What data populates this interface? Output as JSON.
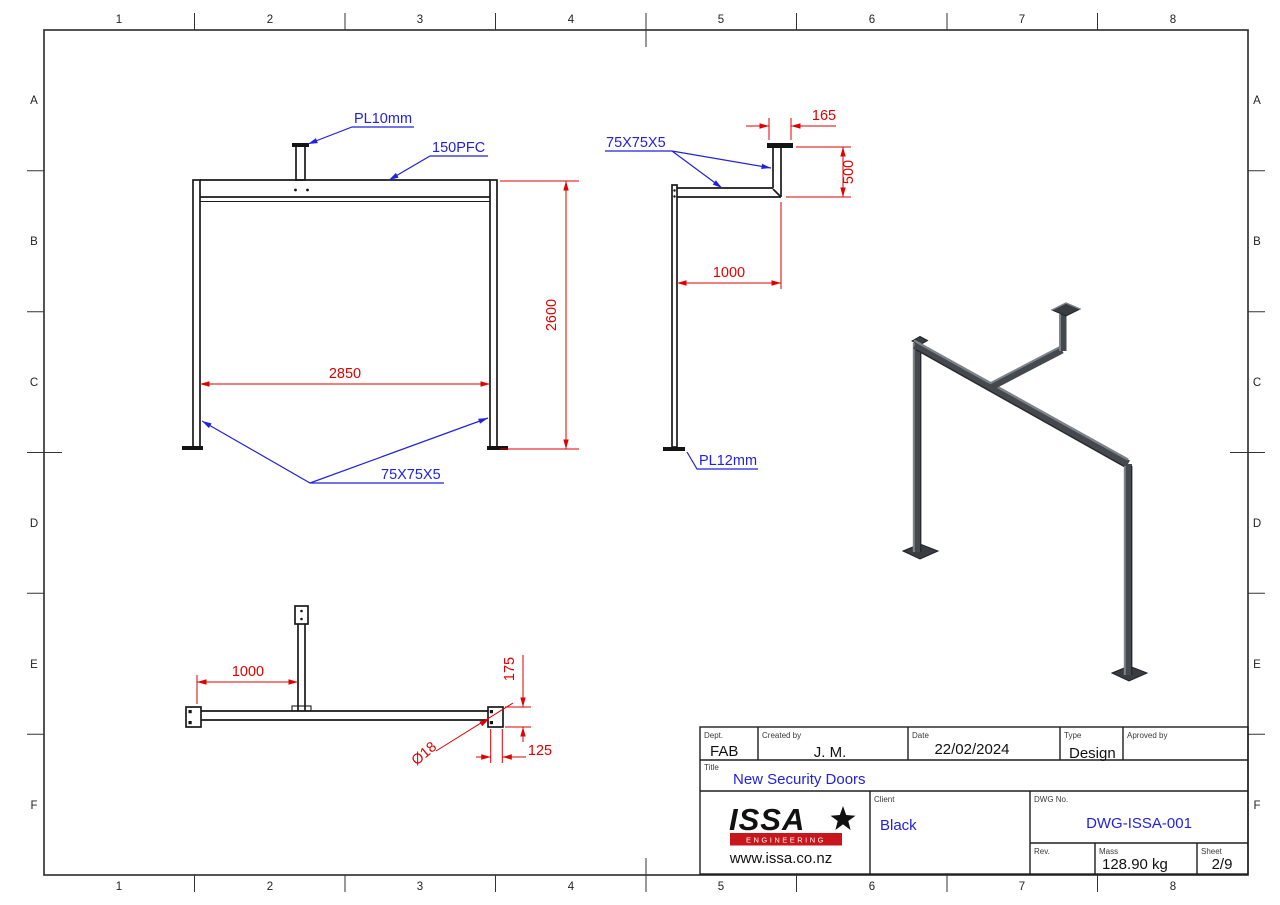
{
  "border": {
    "cols": [
      "1",
      "2",
      "3",
      "4",
      "5",
      "6",
      "7",
      "8"
    ],
    "rows": [
      "A",
      "B",
      "C",
      "D",
      "E",
      "F"
    ]
  },
  "front": {
    "note_plate": "PL10mm",
    "note_channel": "150PFC",
    "note_angle": "75X75X5",
    "dim_width": "2850",
    "dim_height": "2600"
  },
  "side": {
    "note_angle": "75X75X5",
    "note_base_plate": "PL12mm",
    "dim_cap": "165",
    "dim_rise": "500",
    "dim_offset": "1000"
  },
  "plan": {
    "dim_offset": "1000",
    "dim_plate_len": "175",
    "dim_plate_wid": "125",
    "dim_hole": "Ø18"
  },
  "titleblock": {
    "dept": {
      "label": "Dept.",
      "value": "FAB"
    },
    "created_by": {
      "label": "Created by",
      "value": "J. M."
    },
    "date": {
      "label": "Date",
      "value": "22/02/2024"
    },
    "type": {
      "label": "Type",
      "value": "Design"
    },
    "approved_by": {
      "label": "Aproved by",
      "value": ""
    },
    "title": {
      "label": "Title",
      "value": "New Security Doors"
    },
    "client": {
      "label": "Client",
      "value": "Black"
    },
    "dwg_no": {
      "label": "DWG No.",
      "value": "DWG-ISSA-001"
    },
    "rev": {
      "label": "Rev.",
      "value": ""
    },
    "mass": {
      "label": "Mass",
      "value": "128.90 kg"
    },
    "sheet": {
      "label": "Sheet",
      "value": "2/9"
    },
    "logo": {
      "name": "ISSA",
      "tagline": "ENGINEERING",
      "website": "www.issa.co.nz"
    }
  },
  "colors": {
    "dimension_red": "#e00000",
    "annotation_blue": "#2222dd",
    "drawing_line": "#1a1a1a",
    "steel_body": "#45494e",
    "steel_highlight": "#7d838a",
    "logo_red": "#c8161d"
  }
}
